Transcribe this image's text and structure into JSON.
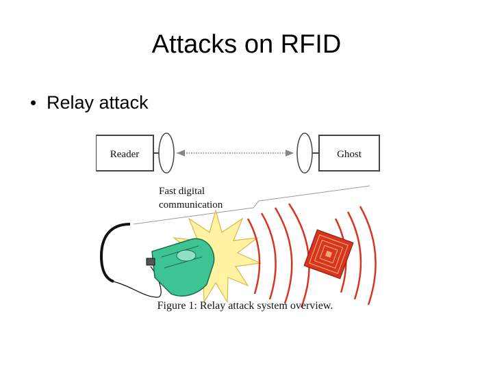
{
  "slide": {
    "title": "Attacks on RFID",
    "bullets": [
      {
        "text": "Relay attack"
      }
    ]
  },
  "figure": {
    "reader_label": "Reader",
    "ghost_label": "Ghost",
    "channel_line1": "Fast digital",
    "channel_line2": "communication",
    "caption": "Figure 1: Relay attack system overview."
  },
  "colors": {
    "tag_red": "#d9341f",
    "burst_yellow": "#fff2a0",
    "device_green": "#3ec493"
  }
}
